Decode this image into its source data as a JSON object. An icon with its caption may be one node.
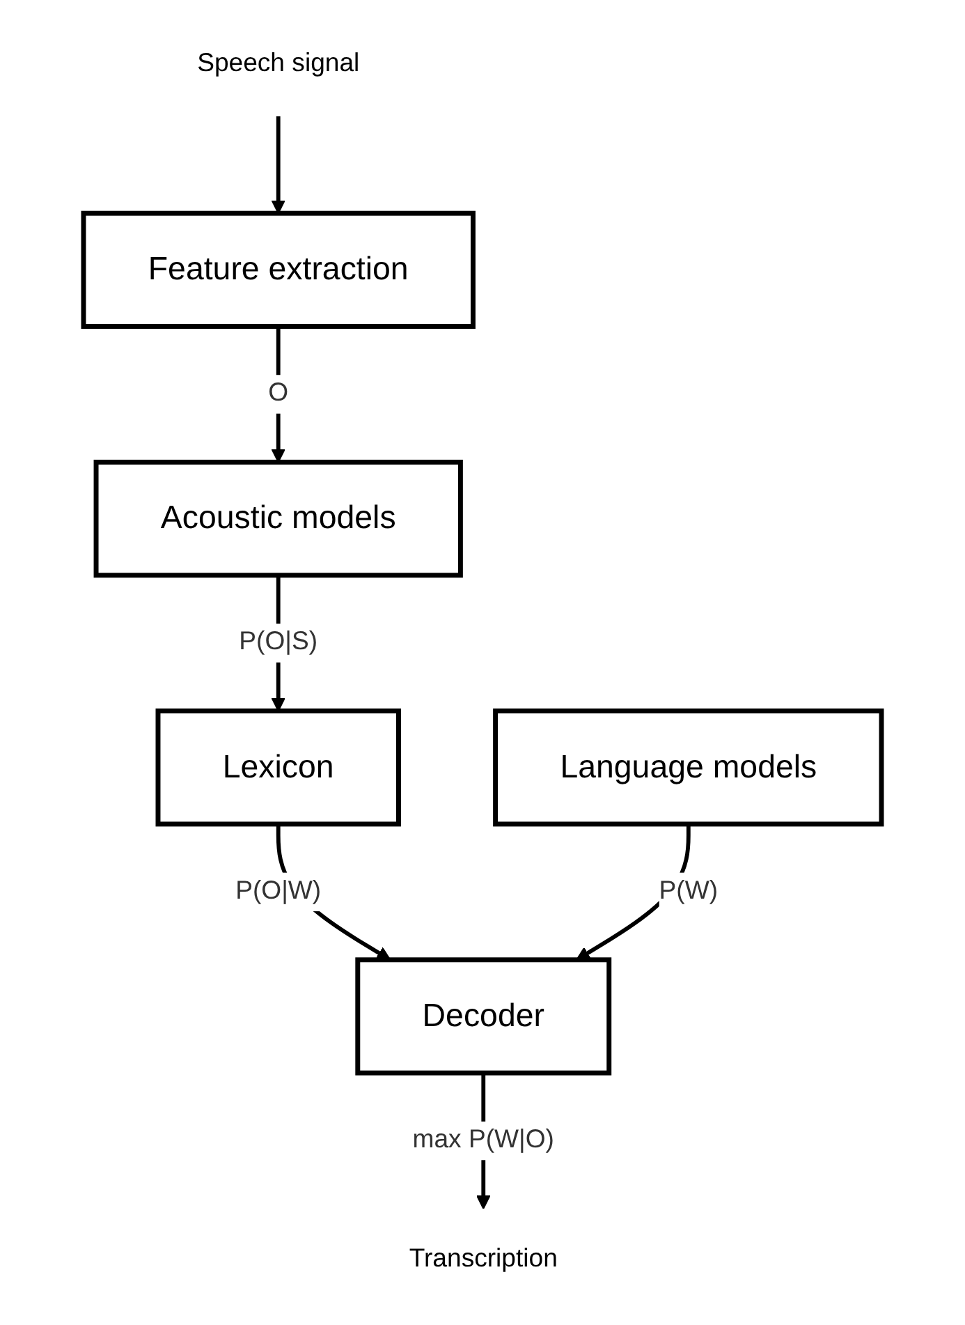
{
  "diagram": {
    "nodes": [
      {
        "text": [
          "Speech signal"
        ]
      },
      {
        "text": [
          "Feature extraction"
        ]
      },
      {
        "text": [
          "Acoustic models"
        ]
      },
      {
        "text": [
          "Lexicon"
        ]
      },
      {
        "text": [
          "Language models"
        ]
      },
      {
        "text": [
          "Decoder"
        ]
      },
      {
        "text": [
          "Transcription"
        ]
      }
    ],
    "edges": [
      {
        "from": 0,
        "to": 1,
        "arrow": "to"
      },
      {
        "from": 1,
        "to": 2,
        "arrow": "to",
        "label": "O"
      },
      {
        "from": 2,
        "to": 3,
        "arrow": "to",
        "label": "P(O|S)"
      },
      {
        "from": 3,
        "to": 5,
        "arrow": "to",
        "label": "P(O|W)"
      },
      {
        "from": 4,
        "to": 5,
        "arrow": "to",
        "label": "P(W)"
      },
      {
        "from": 5,
        "to": 6,
        "arrow": "to",
        "label": "max P(W|O)"
      }
    ]
  }
}
